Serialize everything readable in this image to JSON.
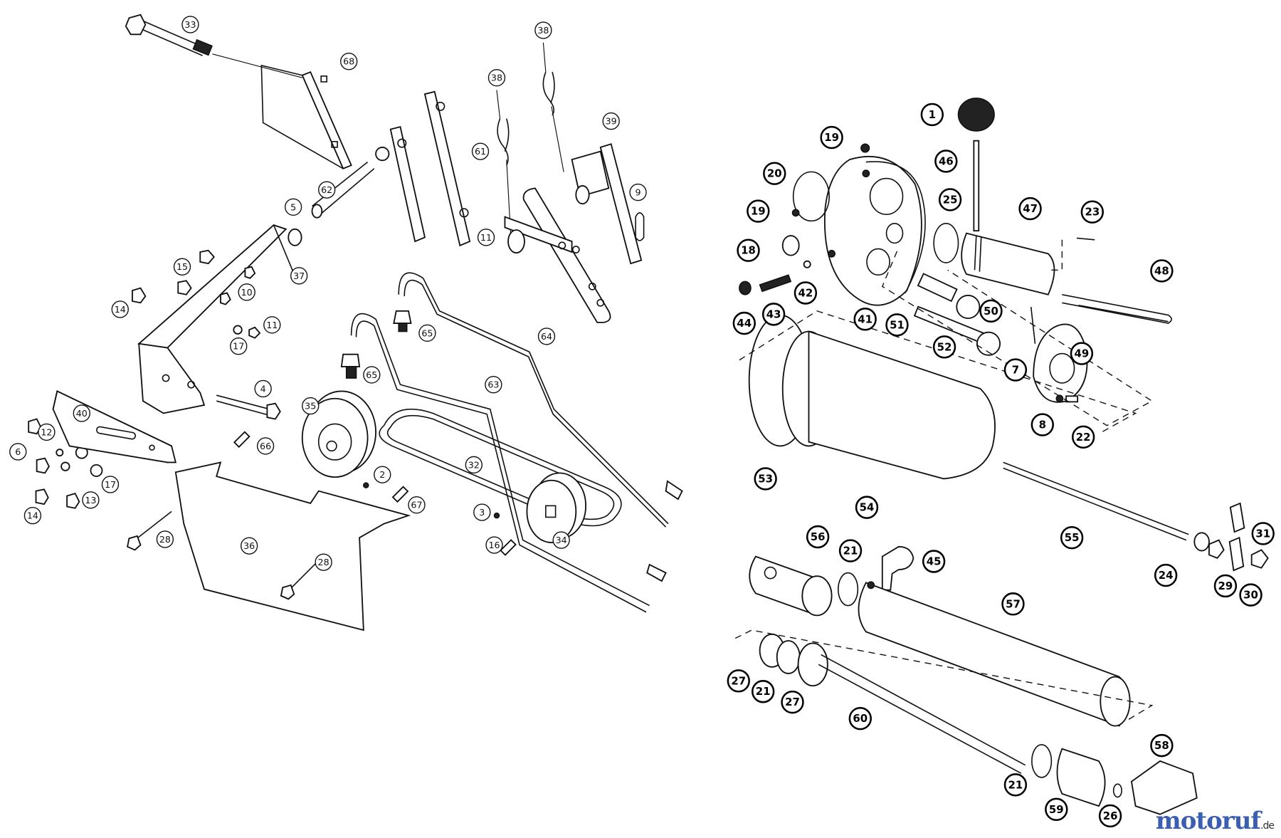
{
  "diagram": {
    "left_assembly_callouts": [
      "33",
      "68",
      "38",
      "38",
      "39",
      "9",
      "61",
      "62",
      "5",
      "11",
      "37",
      "15",
      "10",
      "14",
      "11",
      "17",
      "64",
      "65",
      "65",
      "4",
      "40",
      "12",
      "6",
      "66",
      "35",
      "63",
      "17",
      "13",
      "14",
      "32",
      "2",
      "67",
      "3",
      "28",
      "34",
      "16",
      "36",
      "28"
    ],
    "right_assembly_callouts": [
      "1",
      "19",
      "46",
      "20",
      "25",
      "47",
      "23",
      "19",
      "18",
      "48",
      "42",
      "41",
      "50",
      "44",
      "43",
      "51",
      "52",
      "7",
      "49",
      "8",
      "22",
      "53",
      "54",
      "55",
      "31",
      "56",
      "21",
      "45",
      "24",
      "29",
      "30",
      "57",
      "27",
      "21",
      "27",
      "60",
      "21",
      "58",
      "59",
      "26"
    ]
  },
  "watermark": {
    "brand": "motoruf",
    "suffix": ".de"
  },
  "colors": {
    "ink": "#111111",
    "paper": "#ffffff"
  }
}
